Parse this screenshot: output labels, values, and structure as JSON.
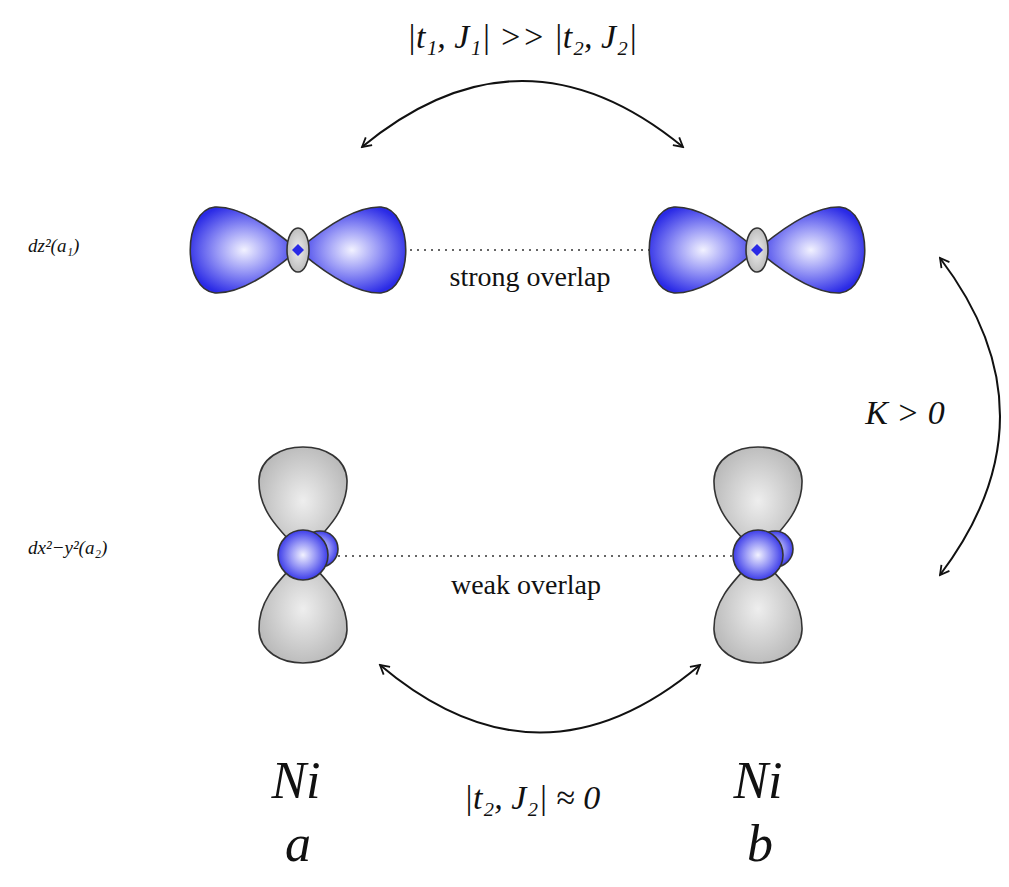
{
  "diagram": {
    "labels": [
      "|t₁, J₁| >> |t₂, J₂|",
      "dz²(a₁)",
      "strong overlap",
      "K > 0",
      "dx²−y²(a₂)",
      "weak overlap",
      "|t₂, J₂| ≈ 0",
      "Ni",
      "a",
      "Ni",
      "b"
    ]
  }
}
